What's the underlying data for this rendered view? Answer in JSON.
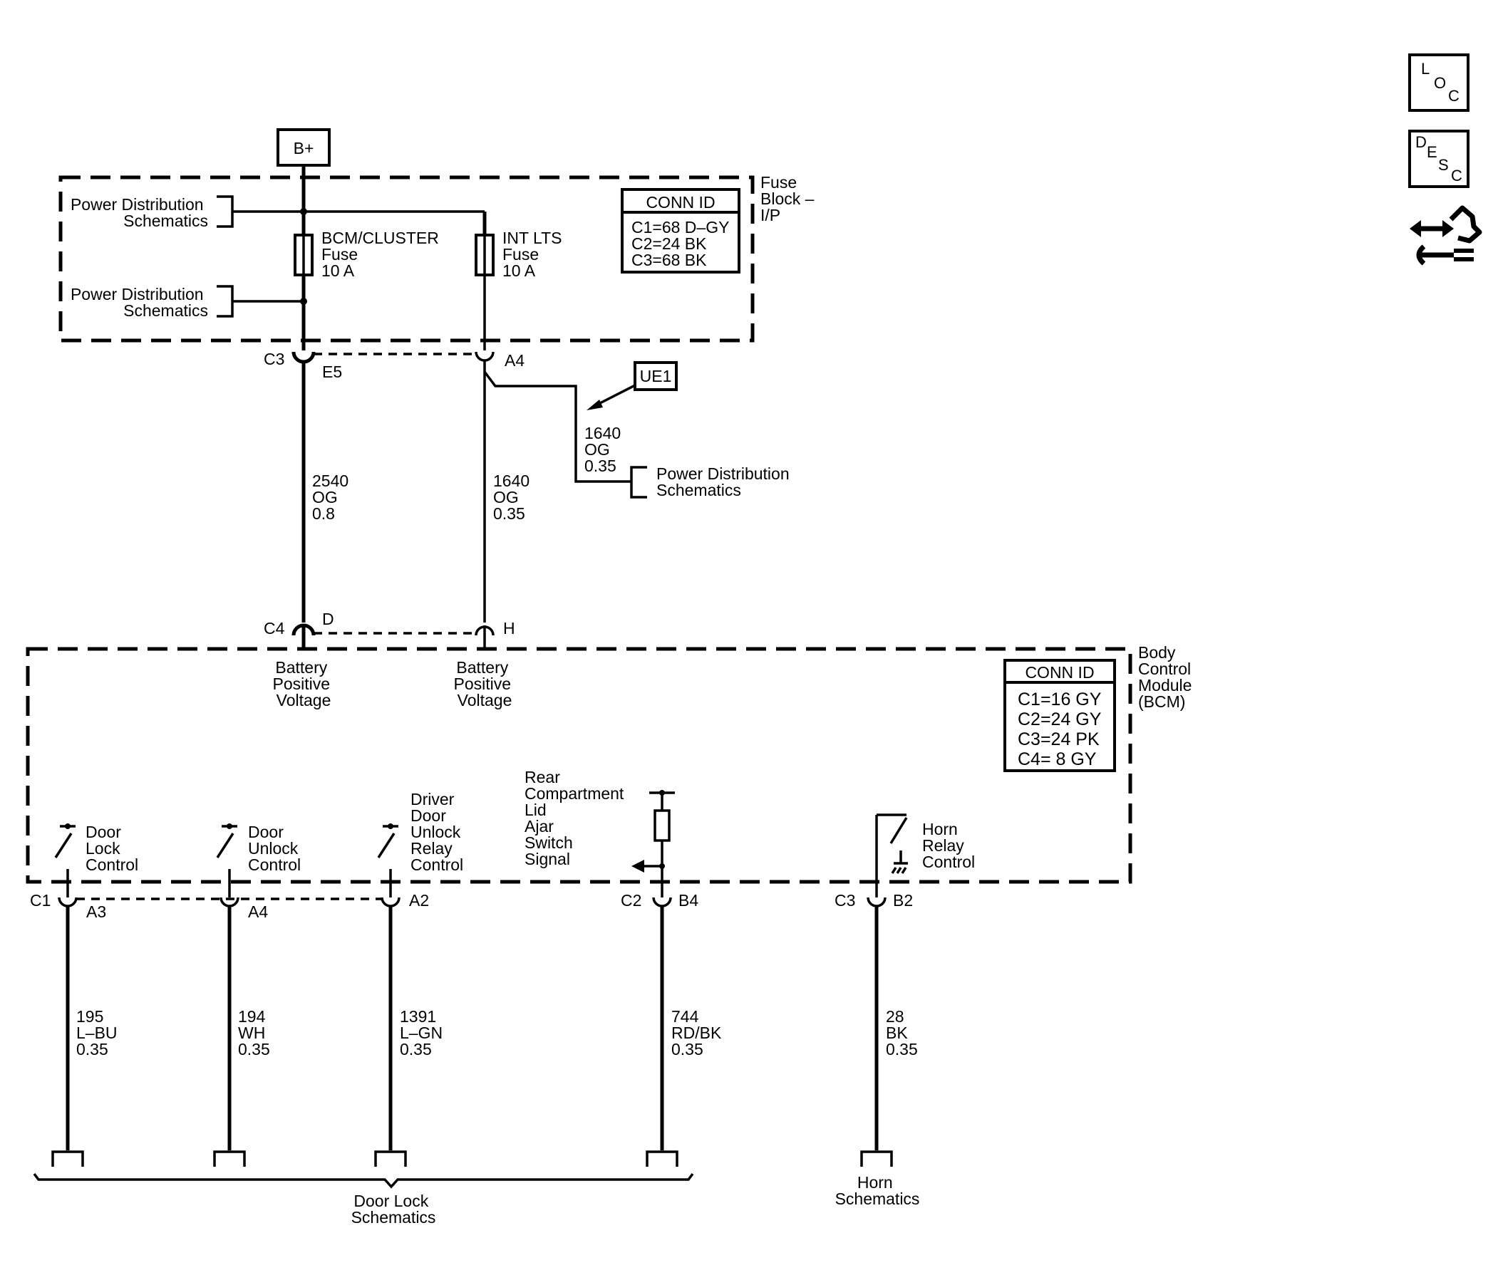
{
  "top_source": "B+",
  "fuse_block": {
    "name": [
      "Fuse",
      "Block –",
      "I/P"
    ],
    "pd_ref_1": [
      "Power Distribution",
      "Schematics"
    ],
    "pd_ref_2": [
      "Power Distribution",
      "Schematics"
    ],
    "fuse_1": [
      "BCM/CLUSTER",
      "Fuse",
      "10 A"
    ],
    "fuse_2": [
      "INT LTS",
      "Fuse",
      "10 A"
    ],
    "conn_id": {
      "title": "CONN ID",
      "rows": [
        "C1=68 D–GY",
        "C2=24 BK",
        "C3=68 BK"
      ]
    }
  },
  "upper_pins": {
    "conn": "C3",
    "left": "E5",
    "right": "A4"
  },
  "ue1": "UE1",
  "branch_wire": [
    "1640",
    "OG",
    "0.35"
  ],
  "pd_ref_3": [
    "Power Distribution",
    "Schematics"
  ],
  "wire_2540": [
    "2540",
    "OG",
    "0.8"
  ],
  "wire_1640": [
    "1640",
    "OG",
    "0.35"
  ],
  "bcm_top_pins": {
    "conn": "C4",
    "left": "D",
    "right": "H"
  },
  "bcm": {
    "name": [
      "Body",
      "Control",
      "Module",
      "(BCM)"
    ],
    "conn_id": {
      "title": "CONN ID",
      "rows": [
        "C1=16 GY",
        "C2=24 GY",
        "C3=24 PK",
        "C4=  8 GY"
      ]
    },
    "bpv_1": [
      "Battery",
      "Positive",
      "Voltage"
    ],
    "bpv_2": [
      "Battery",
      "Positive",
      "Voltage"
    ],
    "door_lock": [
      "Door",
      "Lock",
      "Control"
    ],
    "door_unlock": [
      "Door",
      "Unlock",
      "Control"
    ],
    "driver_unlock": [
      "Driver",
      "Door",
      "Unlock",
      "Relay",
      "Control"
    ],
    "rear_ajar": [
      "Rear",
      "Compartment",
      "Lid",
      "Ajar",
      "Switch",
      "Signal"
    ],
    "horn_relay": [
      "Horn",
      "Relay",
      "Control"
    ]
  },
  "bottom_pins": {
    "c1": "C1",
    "a3": "A3",
    "a4": "A4",
    "a2": "A2",
    "c2": "C2",
    "b4": "B4",
    "c3": "C3",
    "b2": "B2"
  },
  "wire_195": [
    "195",
    "L–BU",
    "0.35"
  ],
  "wire_194": [
    "194",
    "WH",
    "0.35"
  ],
  "wire_1391": [
    "1391",
    "L–GN",
    "0.35"
  ],
  "wire_744": [
    "744",
    "RD/BK",
    "0.35"
  ],
  "wire_28": [
    "28",
    "BK",
    "0.35"
  ],
  "door_lock_ref": [
    "Door Lock",
    "Schematics"
  ],
  "horn_ref": [
    "Horn",
    "Schematics"
  ],
  "nav": {
    "loc": [
      "L",
      "O",
      "C"
    ],
    "desc": [
      "D",
      "E",
      "S",
      "C"
    ]
  }
}
